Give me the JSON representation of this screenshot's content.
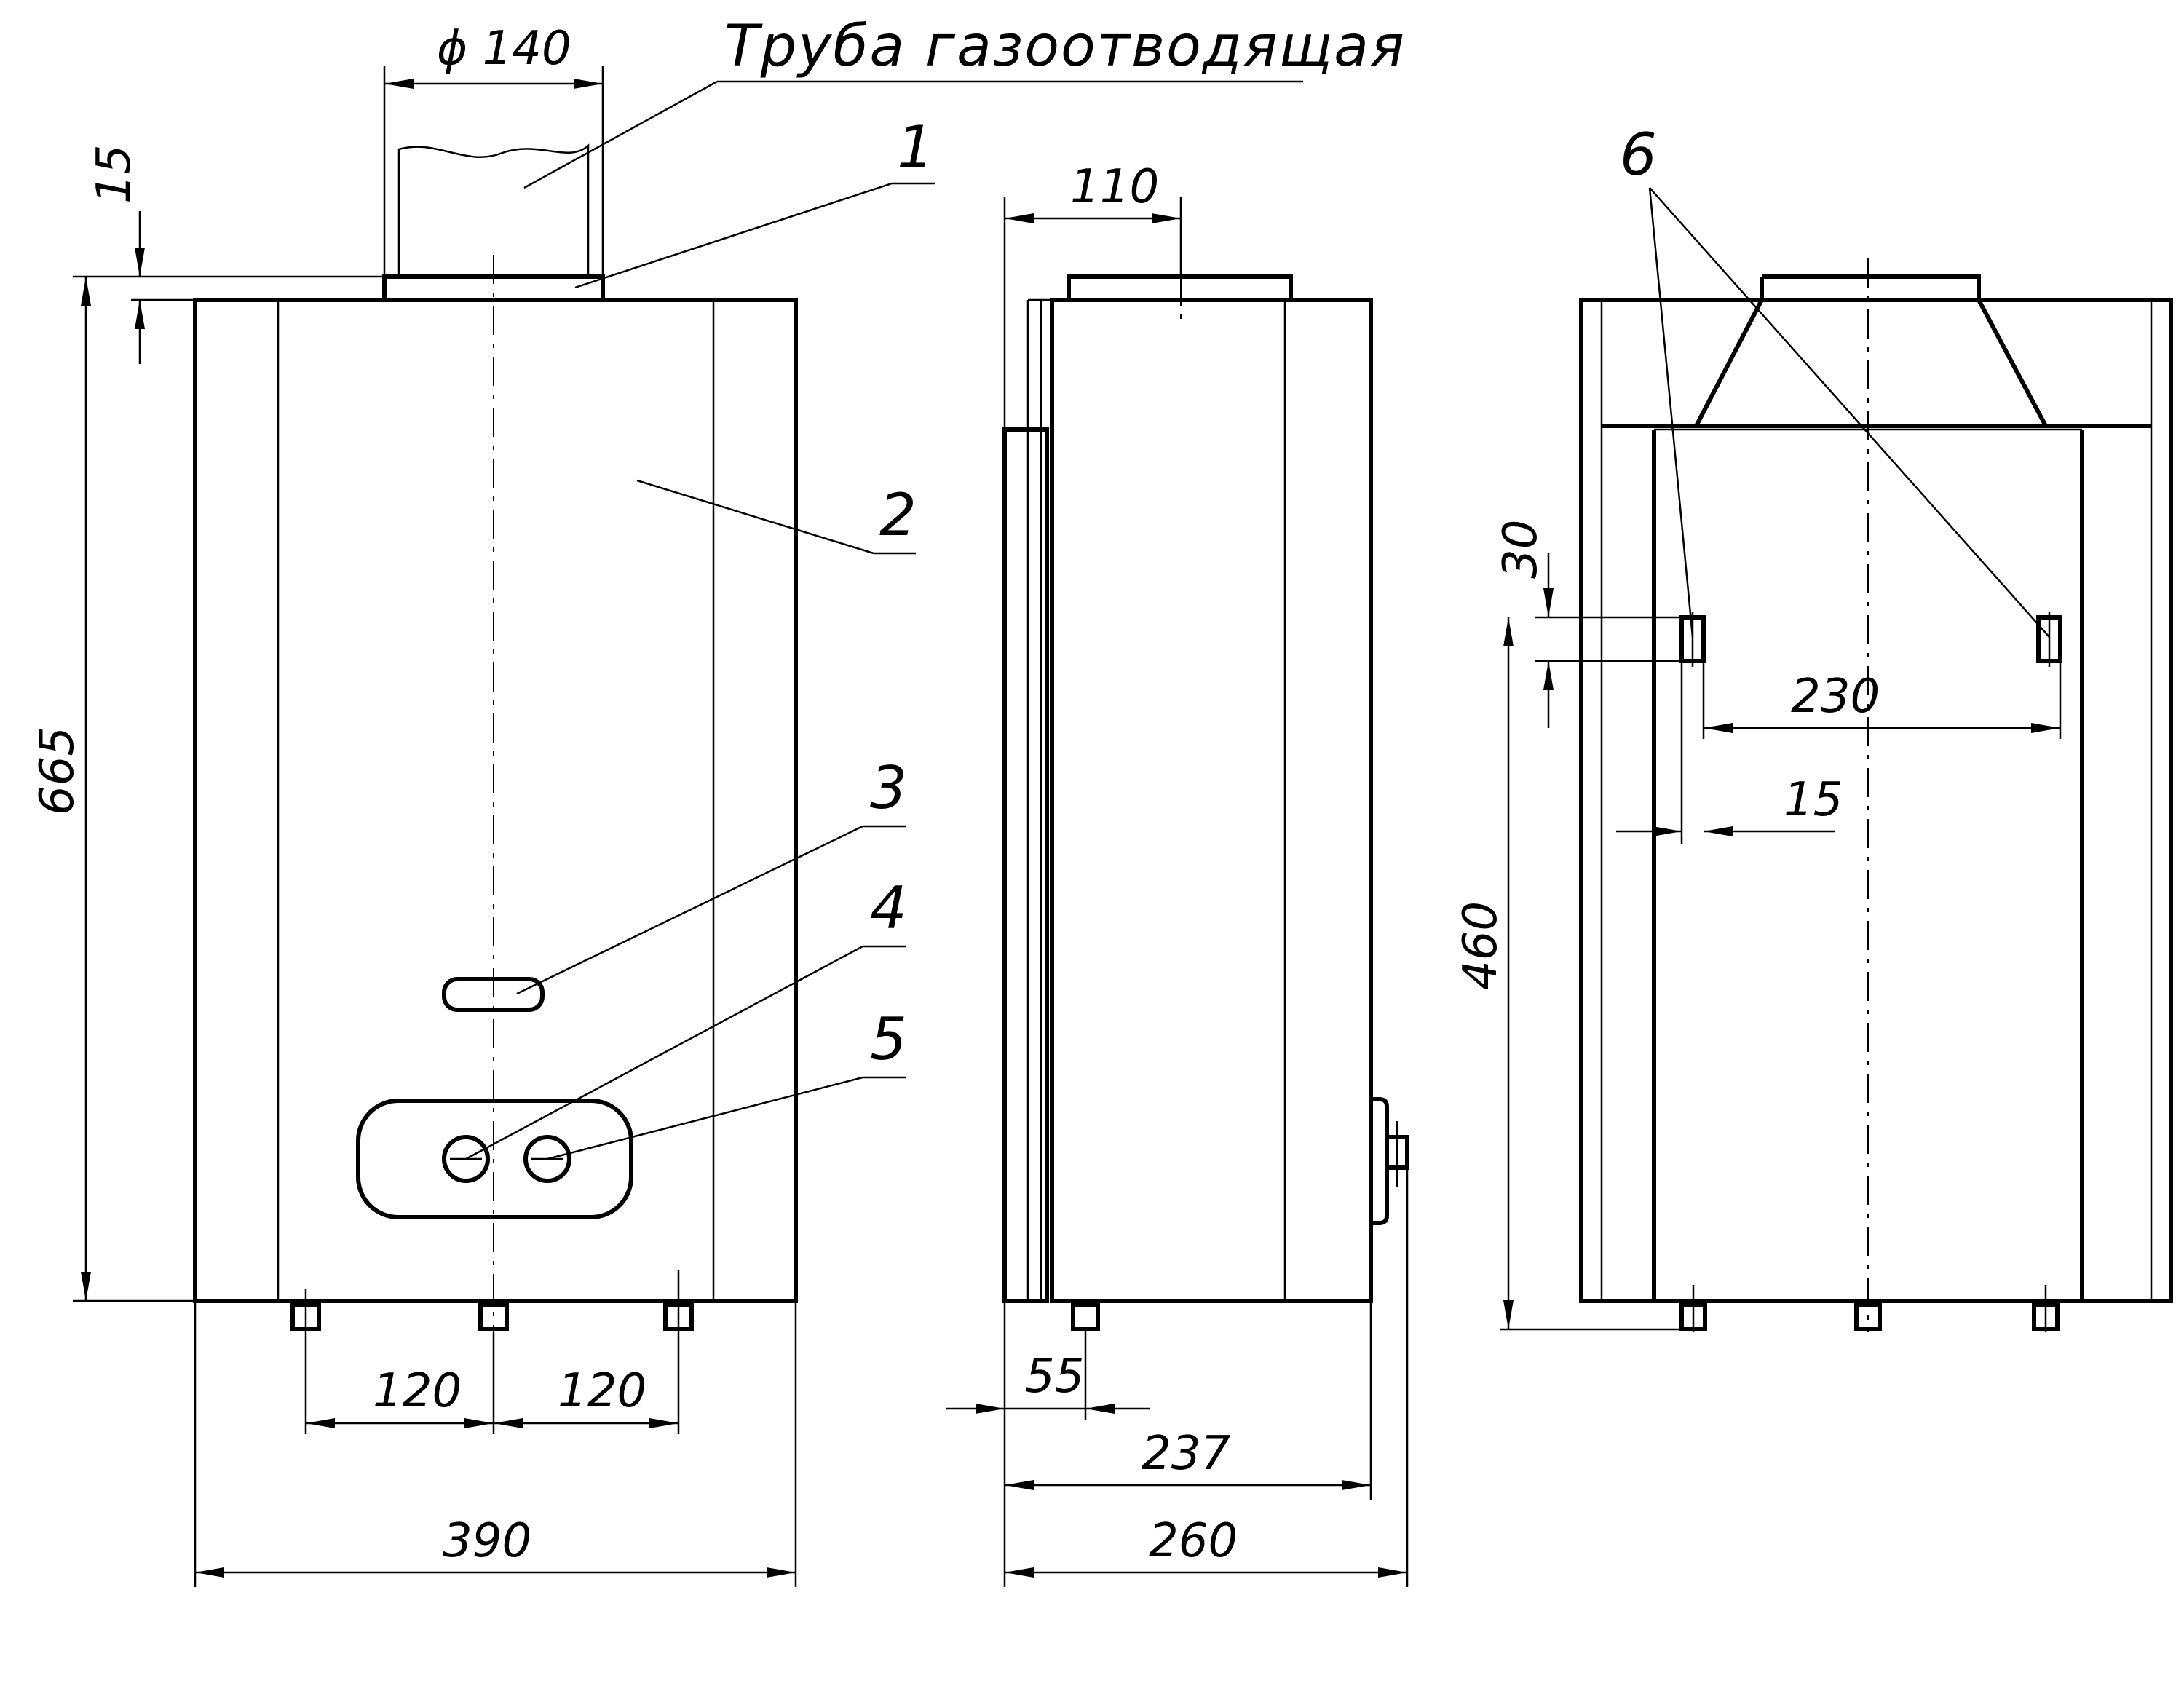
{
  "title": "Труба газоотводящая",
  "callouts": [
    "1",
    "2",
    "3",
    "4",
    "5",
    "6"
  ],
  "dimensions": {
    "flue_diameter": "ϕ 140",
    "top_gap": "15",
    "total_height": "665",
    "front_spacing_left": "120",
    "front_spacing_right": "120",
    "front_width": "390",
    "side_flue_offset": "110",
    "side_connector_offset": "55",
    "side_depth_body": "237",
    "side_depth_total": "260",
    "mount_hole_height": "30",
    "mount_hole_spacing": "230",
    "mount_hole_offset": "15",
    "mount_height": "460"
  }
}
